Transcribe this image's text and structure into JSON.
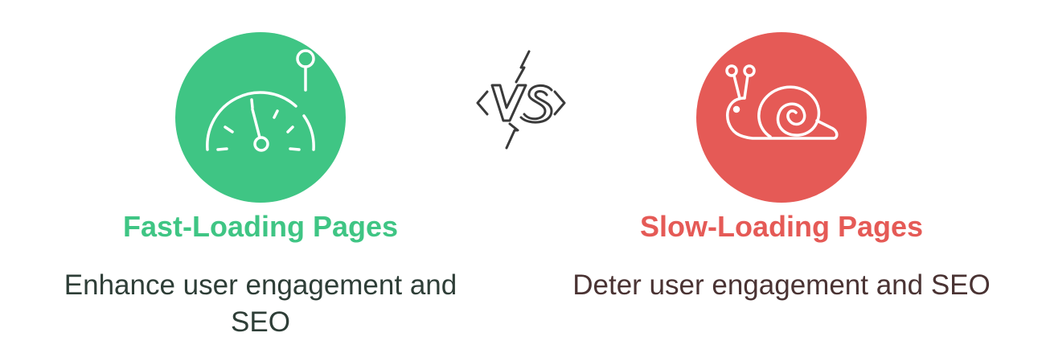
{
  "left": {
    "title": "Fast-Loading Pages",
    "description": "Enhance user engagement and SEO",
    "color": "#3fc584",
    "text_color": "#2e3e37",
    "icon": "speedometer-icon"
  },
  "right": {
    "title": "Slow-Loading Pages",
    "description": "Deter user engagement and SEO",
    "color": "#e55a56",
    "text_color": "#4a3333",
    "icon": "snail-icon"
  },
  "divider": {
    "label": "VS",
    "icon": "vs-lightning-icon"
  }
}
